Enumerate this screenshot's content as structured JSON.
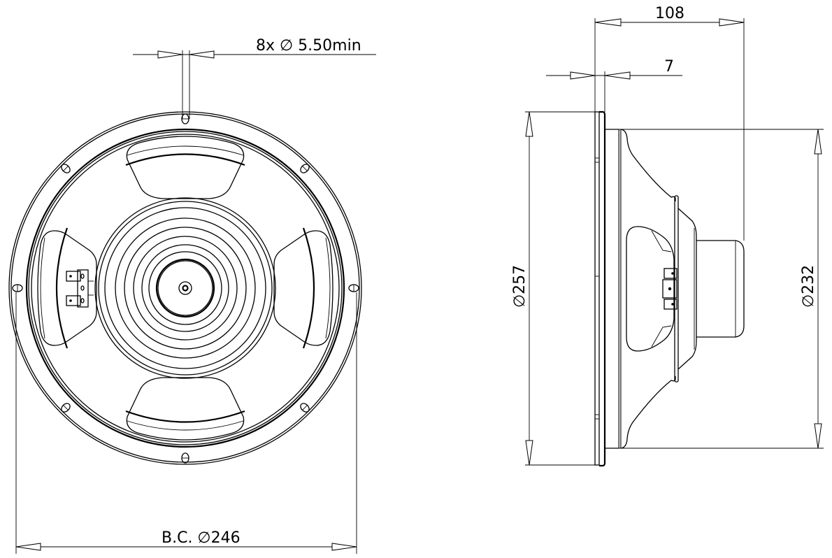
{
  "drawing": {
    "subject": "Loudspeaker driver mechanical drawing",
    "views": [
      "front-view",
      "side-view"
    ],
    "line_color": "#000000",
    "background": "#ffffff"
  },
  "dimensions": {
    "mounting_holes": {
      "label": "8x ∅ 5.50min",
      "count": "8x",
      "symbol": "∅",
      "value": "5.50min"
    },
    "bolt_circle": {
      "label": "B.C. ∅246",
      "prefix": "B.C.",
      "symbol": "∅",
      "value": "246"
    },
    "overall_depth": {
      "label": "108",
      "value": "108"
    },
    "flange_thickness": {
      "label": "7",
      "value": "7"
    },
    "outer_diameter": {
      "label": "∅257",
      "symbol": "∅",
      "value": "257"
    },
    "baffle_diameter": {
      "label": "∅232",
      "symbol": "∅",
      "value": "232"
    }
  }
}
